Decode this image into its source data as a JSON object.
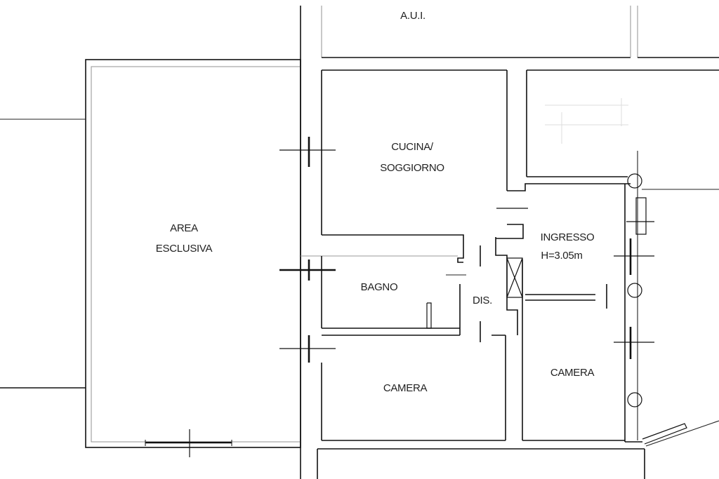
{
  "rooms": {
    "aui": "A.U.I.",
    "kitchen": {
      "line1": "CUCINA/",
      "line2": "SOGGIORNO"
    },
    "area": {
      "line1": "AREA",
      "line2": "ESCLUSIVA"
    },
    "ingresso": {
      "line1": "INGRESSO",
      "line2": "H=3.05m"
    },
    "bagno": "BAGNO",
    "dis": "DIS.",
    "camera_left": "CAMERA",
    "camera_right": "CAMERA"
  }
}
